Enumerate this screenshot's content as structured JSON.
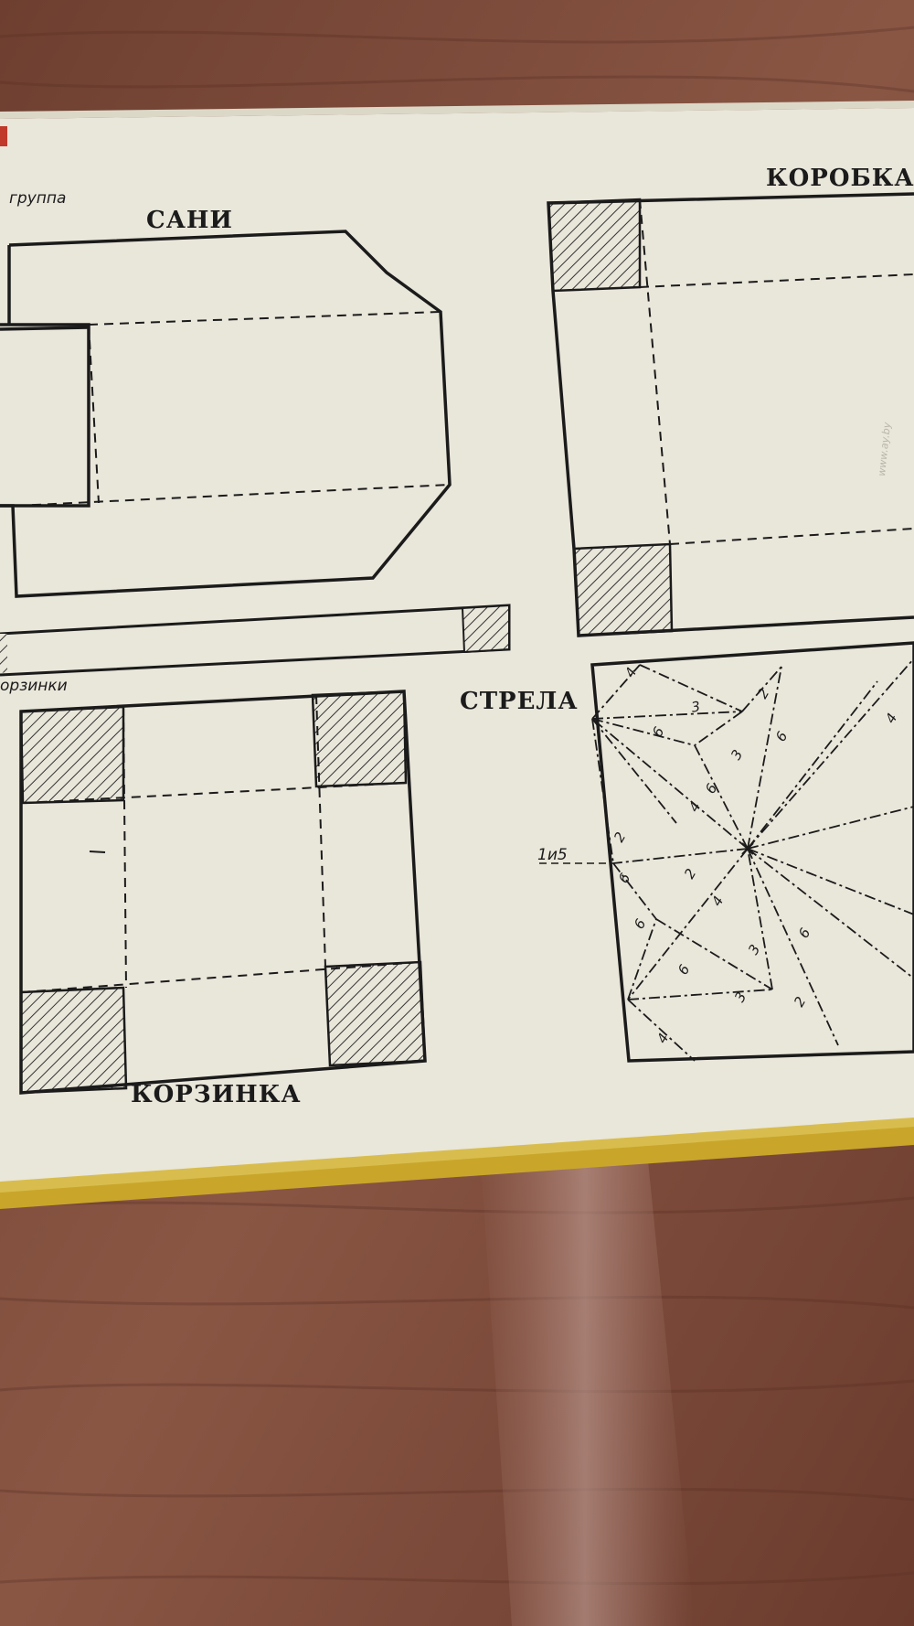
{
  "page": {
    "group_label": "группа",
    "korzinki_label": "орзинки",
    "watermark": "www.ay.by"
  },
  "sani": {
    "title": "САНИ"
  },
  "korobka": {
    "title": "КОРОБКА"
  },
  "korzinka": {
    "title": "КОРЗИНКА"
  },
  "strela": {
    "title": "СТРЕЛА",
    "side_label": "1и5",
    "fold_numbers": [
      "4",
      "3",
      "2",
      "6",
      "3",
      "6",
      "4",
      "6",
      "2",
      "4",
      "6",
      "2",
      "6",
      "4",
      "3",
      "6",
      "6",
      "3",
      "2",
      "4"
    ]
  },
  "colors": {
    "wood": "#7a4a3a",
    "paper": "#e9e6da",
    "ink": "#1b1b1b",
    "book_edge": "#c9a62a"
  }
}
